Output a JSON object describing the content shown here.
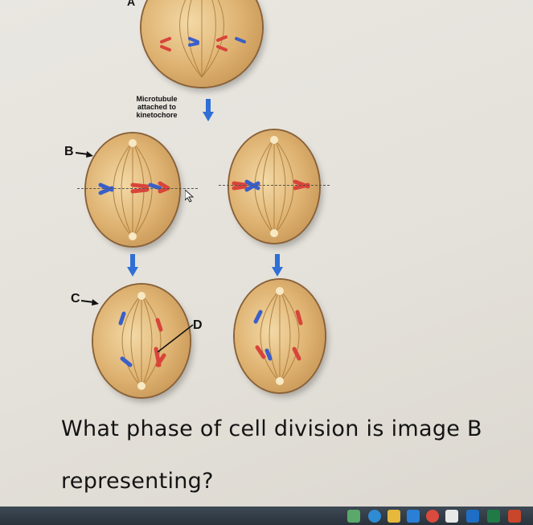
{
  "figure": {
    "label_a": "A",
    "label_b": "B",
    "label_c": "C",
    "label_d": "D",
    "microtubule_label": [
      "Microtubule",
      "attached to",
      "kinetochore"
    ]
  },
  "question": {
    "line1": "What phase of cell division is image B",
    "line2": "representing?"
  },
  "taskbar": {
    "icons": [
      "widgets-icon",
      "edge-icon",
      "file-explorer-icon",
      "store-icon",
      "weather-icon",
      "chrome-icon",
      "gmail-icon",
      "outlook-icon",
      "excel-icon",
      "powerpoint-icon"
    ]
  },
  "colors": {
    "arrow": "#2f6fd6",
    "chromosome_red": "#d8443a",
    "chromosome_blue": "#3a5fc9",
    "cell": "#deb271"
  }
}
